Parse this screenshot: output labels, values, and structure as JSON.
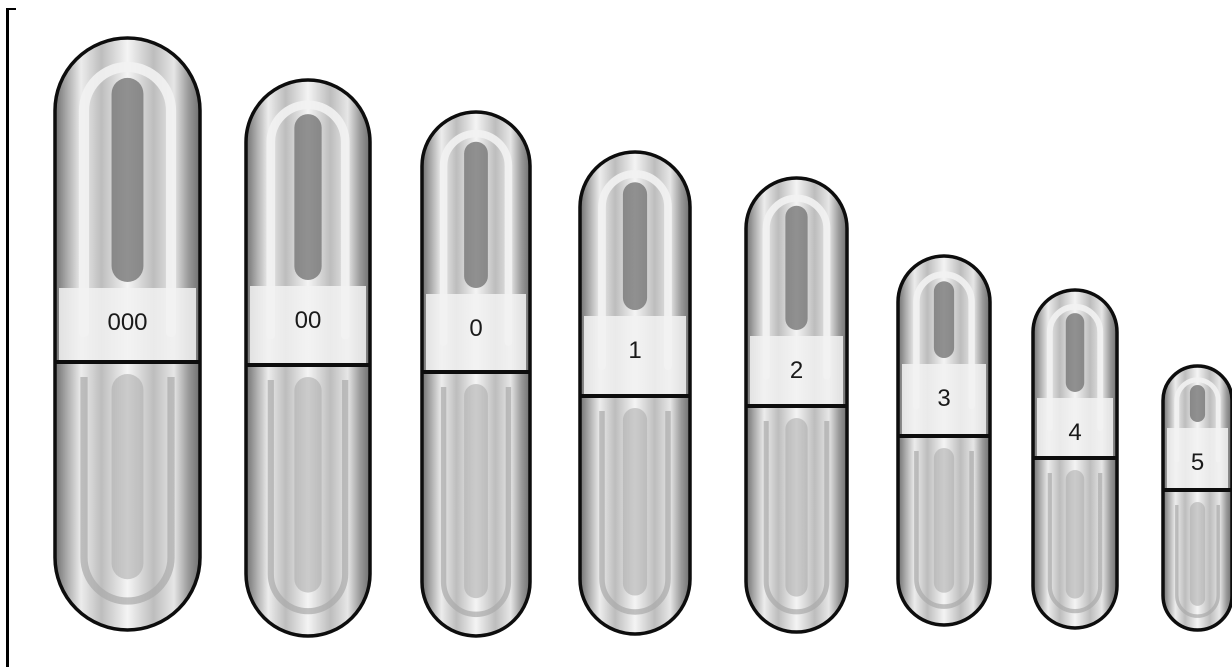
{
  "figure": {
    "colors": {
      "outline": "#0d0d0d",
      "shell": "#f2f2f2",
      "shade_dark": "#6f6f6f",
      "shade_mid": "#a9a9a9",
      "shade_light": "#d4d4d4",
      "background": "#ffffff"
    }
  },
  "capsules": [
    {
      "label": "000"
    },
    {
      "label": "00"
    },
    {
      "label": "0"
    },
    {
      "label": "1"
    },
    {
      "label": "2"
    },
    {
      "label": "3"
    },
    {
      "label": "4"
    },
    {
      "label": "5"
    }
  ]
}
